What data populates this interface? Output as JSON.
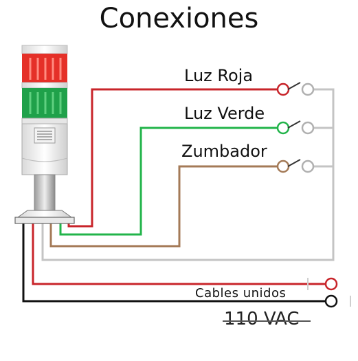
{
  "title": "Conexiones",
  "labels": {
    "red_light": "Luz Roja",
    "green_light": "Luz Verde",
    "buzzer": "Zumbador",
    "joined_cables": "Cables unidos",
    "voltage": "110 VAC"
  },
  "colors": {
    "red_wire": "#c8242a",
    "green_wire": "#22b44a",
    "brown_wire": "#a47a57",
    "gray_wire": "#c4c4c4",
    "black_wire": "#111111",
    "lamp_red": "#e53028",
    "lamp_green": "#1fa14a"
  }
}
